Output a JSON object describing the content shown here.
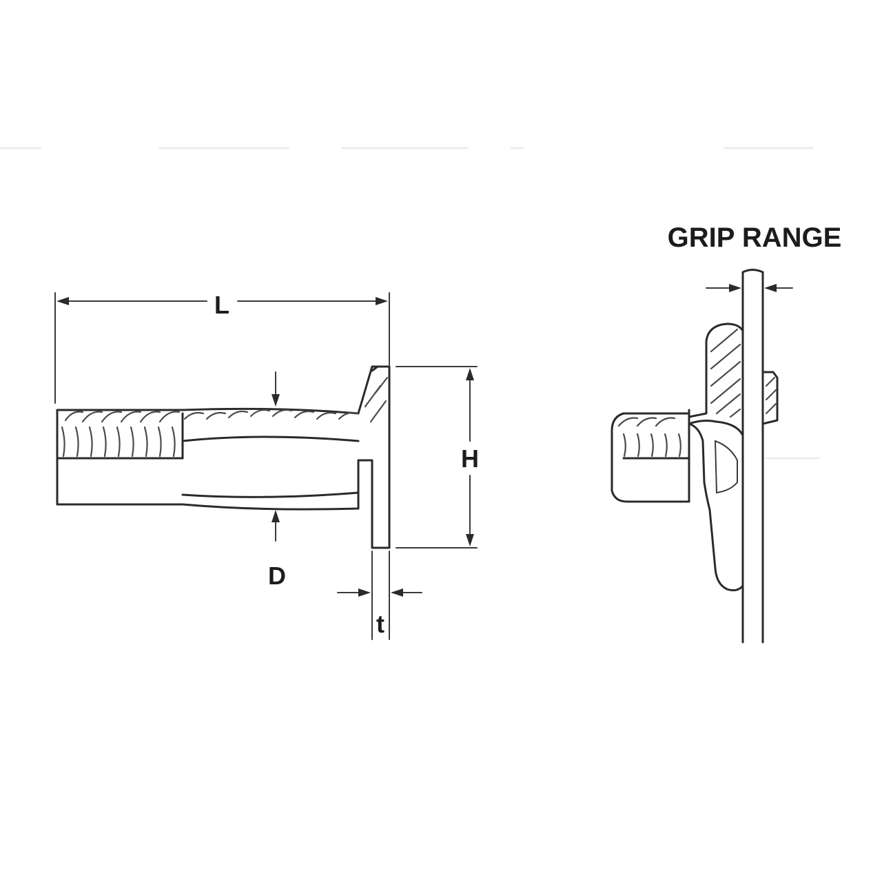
{
  "labels": {
    "length": "L",
    "height": "H",
    "diameter": "D",
    "thickness": "t",
    "grip_range": "GRIP RANGE"
  }
}
